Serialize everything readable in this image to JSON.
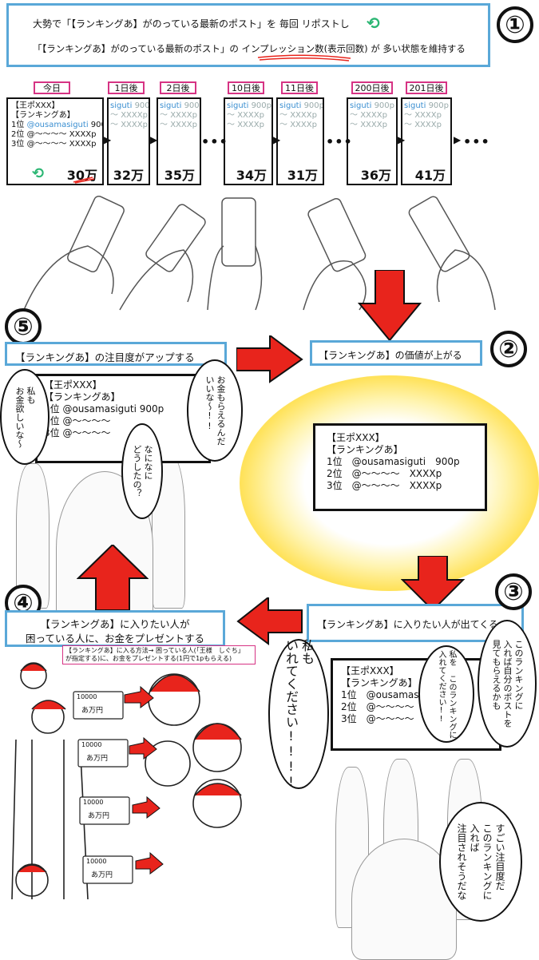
{
  "step1": {
    "line1": "大勢で「【ランキングあ】がのっている最新のポスト」を 毎回 リポストし",
    "line2": "「【ランキングあ】がのっている最新のポスト」の インプレッション数(表示回数) が 多い状態を維持する",
    "number": "①"
  },
  "timeline": [
    {
      "label": "今日",
      "views": "30万"
    },
    {
      "label": "1日後",
      "views": "32万"
    },
    {
      "label": "2日後",
      "views": "35万"
    },
    {
      "label": "10日後",
      "views": "34万"
    },
    {
      "label": "11日後",
      "views": "31万"
    },
    {
      "label": "200日後",
      "views": "36万"
    },
    {
      "label": "201日後",
      "views": "41万"
    }
  ],
  "card": {
    "header": "【王ポXXX】",
    "ranking": "【ランキングあ】",
    "r1_rank": "1位",
    "r1_user": "@ousamasiguti",
    "r1_pts": "900p",
    "r2_rank": "2位",
    "r2_user": "@〜〜〜〜",
    "r2_pts": "XXXXp",
    "r3_rank": "3位",
    "r3_user": "@〜〜〜〜",
    "r3_pts": "XXXXp",
    "short_user": "siguti",
    "short_pts": "900p",
    "short_x": "XXXXp",
    "tilde": "〜"
  },
  "dots": "•••",
  "step2": {
    "number": "②",
    "text": "【ランキングあ】の価値が上がる"
  },
  "step3": {
    "number": "③",
    "text": "【ランキングあ】に入りたい人が出てくる"
  },
  "step4": {
    "number": "④",
    "line1": "【ランキングあ】に入りたい人が",
    "line2": "困っている人に、お金をプレゼントする",
    "note1": "【ランキングあ】に入る方法→ 困っている人(「王様　しぐち」",
    "note2": "が指定する)に、お金をプレゼントする(1円で1pもらえる)"
  },
  "step5": {
    "number": "⑤",
    "text": "【ランキングあ】の注目度がアップする"
  },
  "bubbles": {
    "b5_left": "私も\nお金欲しいな〜",
    "b5_right": "お金もらえるんだ\nいいな〜!!",
    "b5_mid": "なになに\nどうしたの？",
    "b3_left": "私も\nいれてください!!!!",
    "b3_mid": "私を このランキングに\n入れてください!!",
    "b3_right": "このランキングに\n入れば自分のポストを\n見てもらえるかも",
    "b3_bottom": "すごい注目度だ\nこのランキングに\n入れば\n注目されそうだな"
  },
  "bill": {
    "amount": "10000",
    "name": "あ万円"
  },
  "colors": {
    "accent_blue": "#5aa8d8",
    "arrow_red": "#e8241c",
    "label_pink": "#d63384",
    "retweet_green": "#2bb673"
  }
}
